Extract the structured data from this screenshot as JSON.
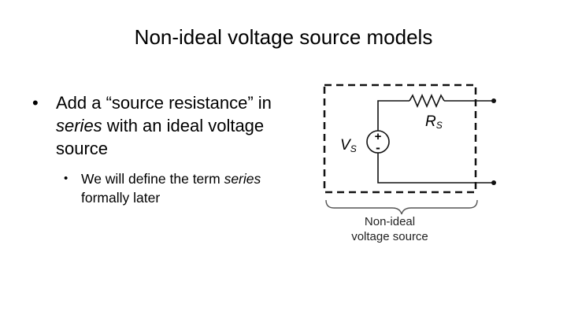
{
  "slide": {
    "title": "Non-ideal voltage source models"
  },
  "bullets": {
    "main_pre": "Add a “source resistance” in ",
    "main_em": "series",
    "main_post": " with an ideal voltage source",
    "sub_pre": "We will define the term ",
    "sub_em": "series",
    "sub_post": " formally later"
  },
  "figure": {
    "vs_symbol": "V",
    "vs_subscript": "S",
    "rs_symbol": "R",
    "rs_subscript": "S",
    "plus": "+",
    "minus": "-",
    "caption_line1": "Non-ideal",
    "caption_line2": "voltage source"
  }
}
